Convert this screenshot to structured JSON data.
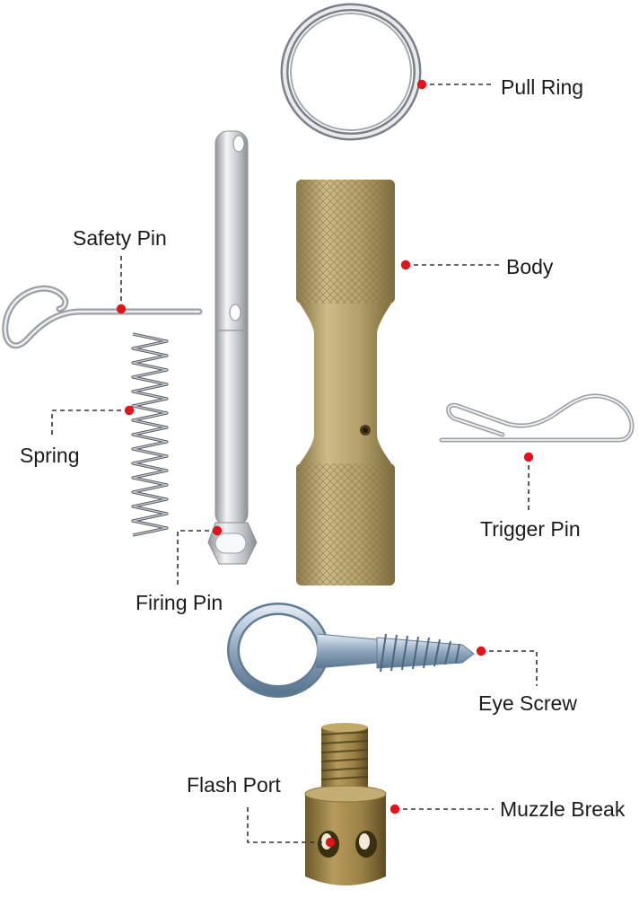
{
  "title": "",
  "colors": {
    "background": "#ffffff",
    "marker": "#e0141a",
    "leader": "#333333",
    "text": "#1b1b1b",
    "steel": "#b9bdc2",
    "brass": "#b5a26e",
    "zinc": "#8ea6bd"
  },
  "parts": [
    {
      "id": "pull-ring",
      "label": "Pull Ring",
      "icon": "pull-ring-icon"
    },
    {
      "id": "body",
      "label": "Body",
      "icon": "knurled-body-icon"
    },
    {
      "id": "safety-pin",
      "label": "Safety Pin",
      "icon": "safety-pin-icon"
    },
    {
      "id": "spring",
      "label": "Spring",
      "icon": "spring-icon"
    },
    {
      "id": "trigger-pin",
      "label": "Trigger Pin",
      "icon": "trigger-pin-icon"
    },
    {
      "id": "firing-pin",
      "label": "Firing Pin",
      "icon": "firing-pin-icon"
    },
    {
      "id": "eye-screw",
      "label": "Eye Screw",
      "icon": "eye-screw-icon"
    },
    {
      "id": "flash-port",
      "label": "Flash Port",
      "icon": "flash-port-icon"
    },
    {
      "id": "muzzle-break",
      "label": "Muzzle Break",
      "icon": "muzzle-break-icon"
    }
  ]
}
